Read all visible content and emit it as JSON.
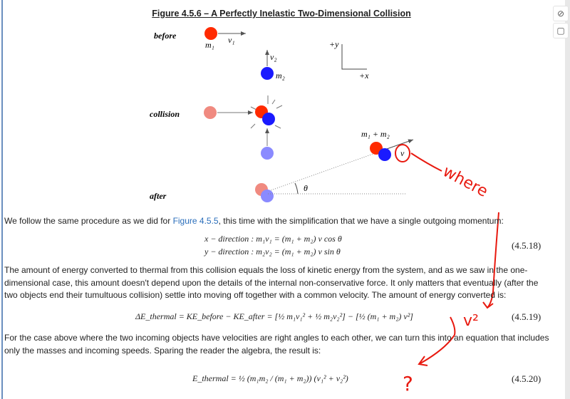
{
  "toolbar": {
    "hide_icon": "eye-slash-icon",
    "note_icon": "sticky-note-icon"
  },
  "figure": {
    "title": "Figure 4.5.6 – A Perfectly Inelastic Two-Dimensional Collision",
    "labels": {
      "before": "before",
      "collision": "collision",
      "after": "after",
      "m1": "m₁",
      "m2": "m₂",
      "v1": "v₁",
      "v2": "v₂",
      "plus_y": "+y",
      "plus_x": "+x",
      "m1_plus_m2": "m₁ + m₂",
      "v": "v",
      "theta": "θ"
    },
    "colors": {
      "red": "#ff2a00",
      "blue": "#1a1aff"
    }
  },
  "paragraphs": {
    "p1_before": "We follow the same procedure as we did for ",
    "p1_link": "Figure 4.5.5",
    "p1_after": ", this time with the simplification that we have a single outgoing momentum:",
    "p2": "The amount of energy converted to thermal from this collision equals the loss of kinetic energy from the system, and as we saw in the one-dimensional case, this amount doesn't depend upon the details of the internal non-conservative force. It only matters that eventually (after the two objects end their tumultuous collision) settle into moving off together with a common velocity. The amount of energy converted is:",
    "p3": "For the case above where the two incoming objects have velocities are right angles to each other, we can turn this into an equation that includes only the masses and incoming speeds. Sparing the reader the algebra, the result is:"
  },
  "equations": {
    "eq18_x": "x − direction :   m₁v₁ = (m₁ + m₂) v cos θ",
    "eq18_y": "y − direction :   m₂v₂ = (m₁ + m₂) v sin θ",
    "eq18_num": "(4.5.18)",
    "eq19": "ΔE_thermal = KE_before − KE_after = [½ m₁v₁² + ½ m₂v₂²] − [½ (m₁ + m₂) v²]",
    "eq19_num": "(4.5.19)",
    "eq20": "E_thermal = ½ (m₁m₂ / (m₁ + m₂)) (v₁² + v₂²)",
    "eq20_num": "(4.5.20)"
  },
  "annotations": {
    "where": "where",
    "v2": "v²",
    "question": "?"
  }
}
